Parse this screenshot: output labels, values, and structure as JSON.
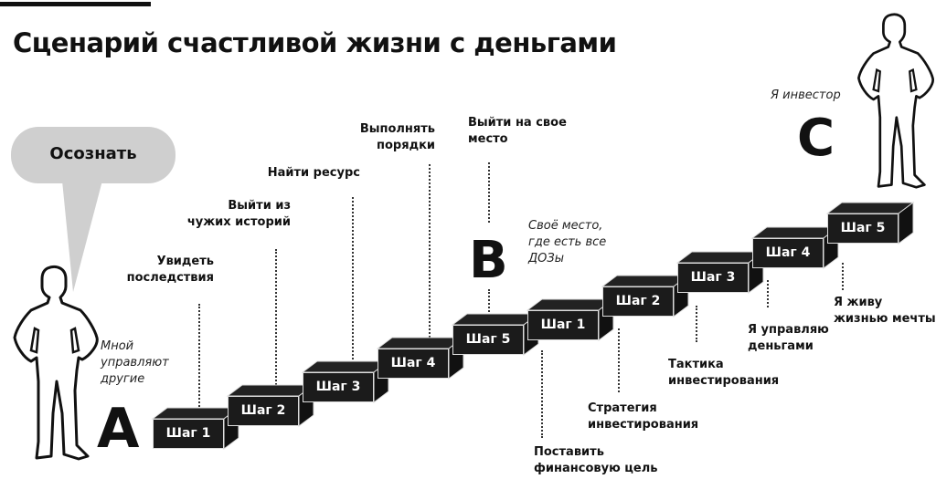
{
  "title": "Сценарий счастливой жизни с деньгами",
  "bubble": {
    "text": "Осознать",
    "color": "#cfcfcf"
  },
  "points": {
    "a": {
      "letter": "A",
      "caption": [
        "Мной",
        "управляют",
        "другие"
      ]
    },
    "b": {
      "letter": "B",
      "caption": [
        "Своё место,",
        "где есть все",
        "ДОЗы"
      ]
    },
    "c": {
      "letter": "C",
      "caption": [
        "Я инвестор"
      ]
    }
  },
  "stage1": {
    "steps": [
      "Шаг 1",
      "Шаг 2",
      "Шаг 3",
      "Шаг 4",
      "Шаг 5"
    ],
    "labels": [
      [
        "Увидеть",
        "последствия"
      ],
      [
        "Выйти из",
        "чужих историй"
      ],
      [
        "Найти ресурс"
      ],
      [
        "Выполнять",
        "порядки"
      ],
      [
        "Выйти на свое",
        "место"
      ]
    ]
  },
  "stage2": {
    "steps": [
      "Шаг 1",
      "Шаг 2",
      "Шаг 3",
      "Шаг 4",
      "Шаг 5"
    ],
    "labels": [
      [
        "Поставить",
        "финансовую цель"
      ],
      [
        "Стратегия",
        "инвестирования"
      ],
      [
        "Тактика",
        "инвестирования"
      ],
      [
        "Я управляю",
        "деньгами"
      ],
      [
        "Я живу",
        "жизнью мечты"
      ]
    ]
  },
  "colors": {
    "block": "#1b1b1b",
    "block_top": "#222222",
    "block_side": "#111111",
    "text": "#111111"
  }
}
